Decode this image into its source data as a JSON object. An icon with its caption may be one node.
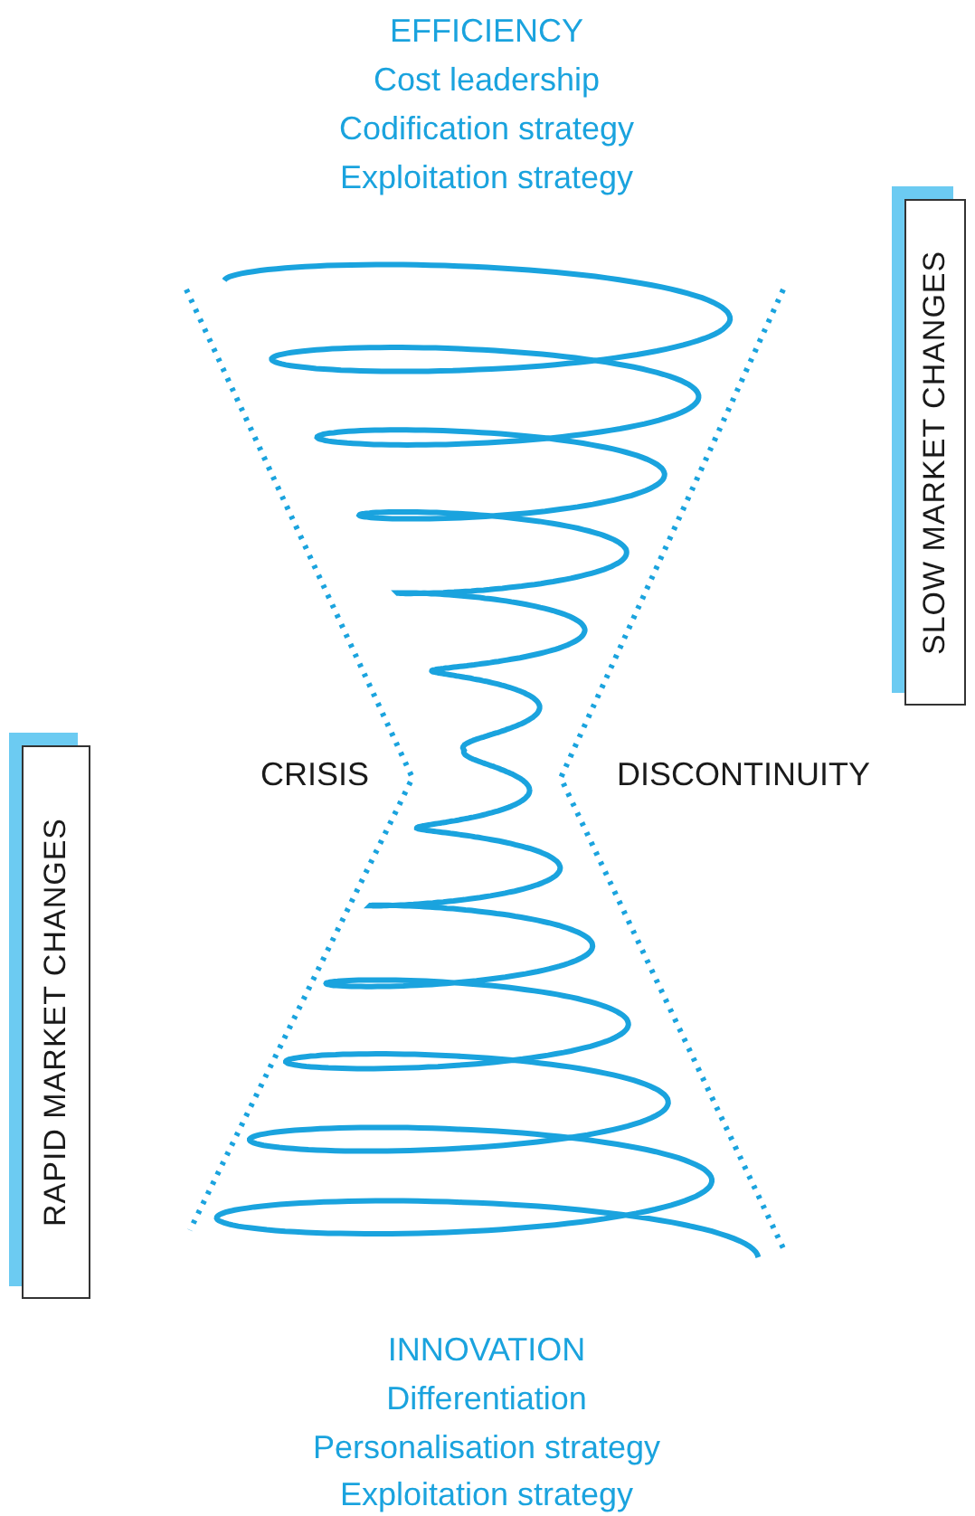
{
  "diagram": {
    "nodes": [
      {
        "text": [
          "SLOW MARKET CHANGES"
        ]
      },
      {
        "text": [
          "RAPID MARKET CHANGES"
        ]
      }
    ],
    "labels": [
      "EFFICIENCY",
      "Cost leadership",
      "Codification strategy",
      "Exploitation strategy",
      "CRISIS",
      "DISCONTINUITY",
      "INNOVATION",
      "Differentiation",
      "Personalisation strategy",
      "Exploitation strategy"
    ]
  }
}
